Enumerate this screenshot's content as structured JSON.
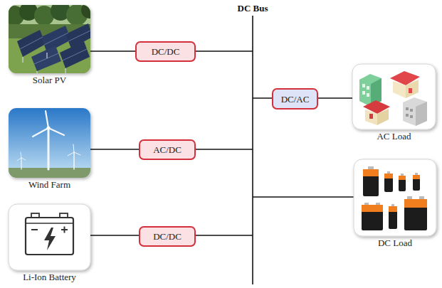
{
  "diagram": {
    "nodes": [
      {
        "text": [
          "Solar PV"
        ]
      },
      {
        "text": [
          "DC/DC"
        ]
      },
      {
        "text": [
          "Wind Farm"
        ]
      },
      {
        "text": [
          "AC/DC"
        ]
      },
      {
        "text": [
          "Li-Ion Battery"
        ]
      },
      {
        "text": [
          "DC/DC"
        ]
      },
      {
        "text": [
          "DC/AC"
        ]
      },
      {
        "text": [
          "AC Load"
        ]
      },
      {
        "text": [
          "DC Load"
        ]
      }
    ],
    "edges": [
      {
        "from": 0,
        "to": 1,
        "arrow": "none"
      },
      {
        "from": 2,
        "to": 3,
        "arrow": "none"
      },
      {
        "from": 4,
        "to": 5,
        "arrow": "none"
      },
      {
        "from": 6,
        "to": 7,
        "arrow": "none"
      }
    ],
    "labels": [
      "DC Bus"
    ]
  }
}
